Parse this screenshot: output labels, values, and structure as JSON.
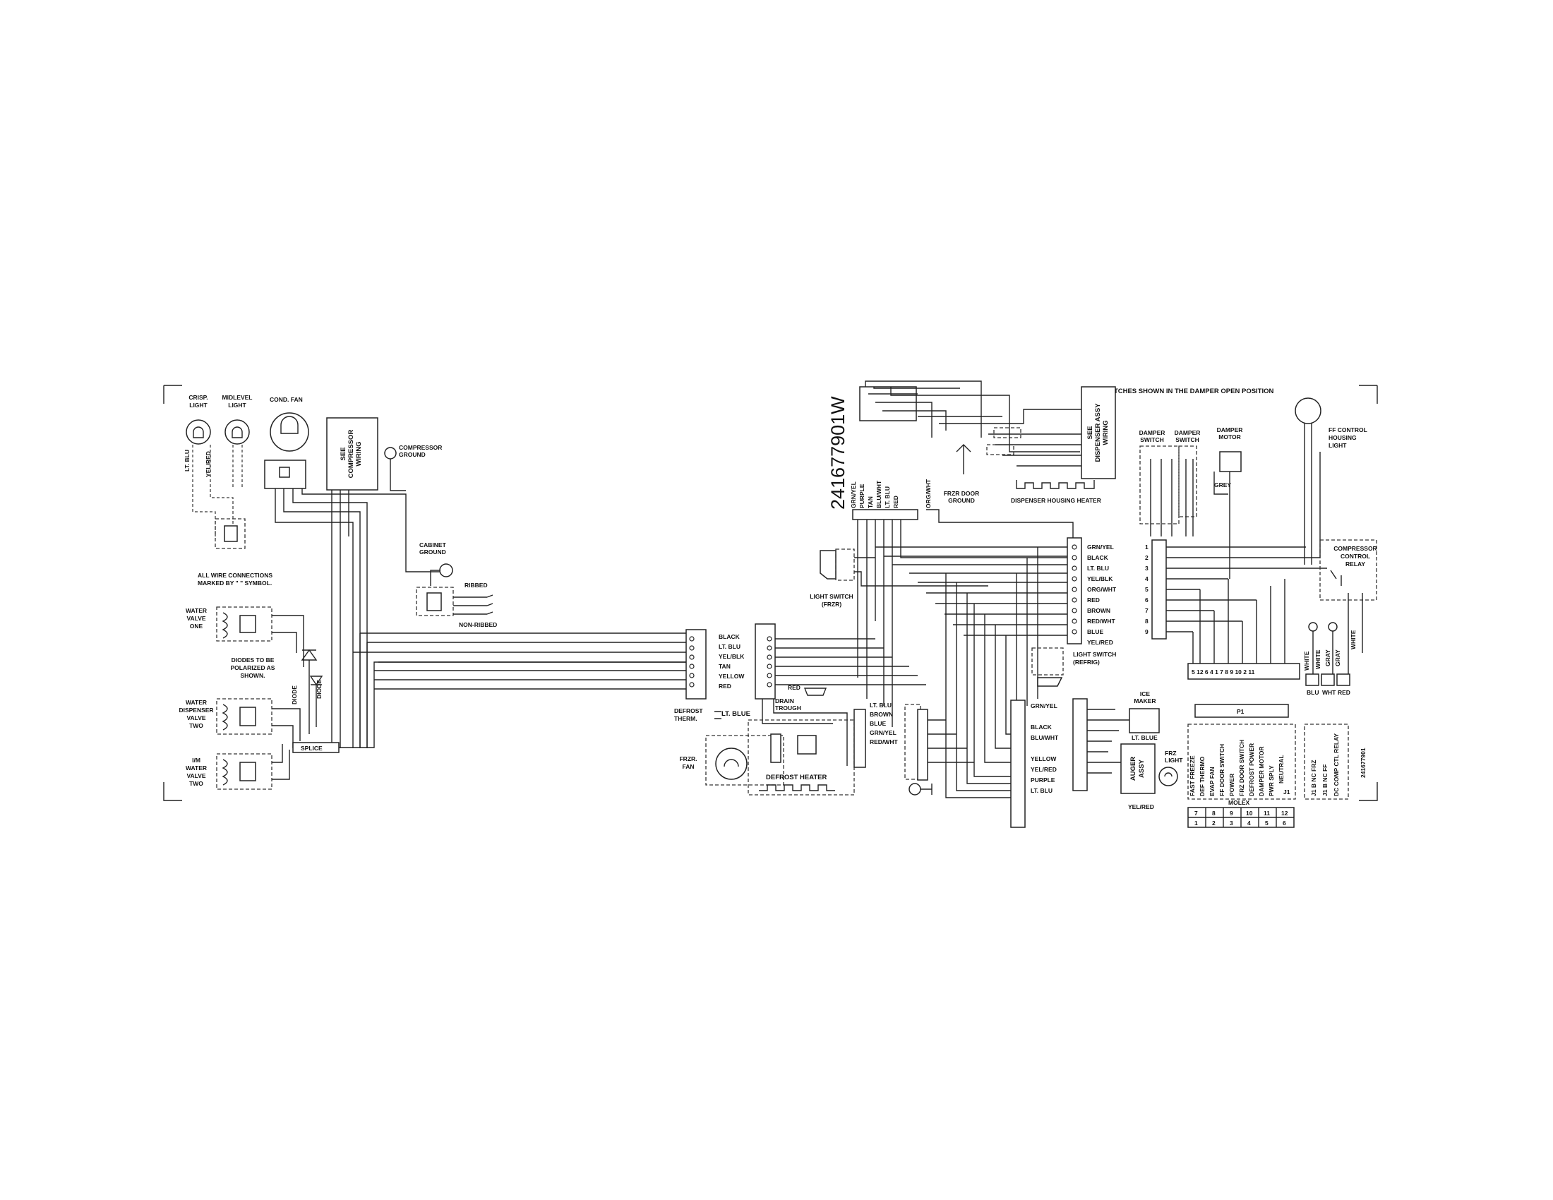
{
  "diagram_number": "241677901W",
  "border_code": "241677901",
  "switches_note": "SWITCHES SHOWN IN THE DAMPER OPEN POSITION",
  "left": {
    "crisp_light": [
      "CRISP.",
      "LIGHT"
    ],
    "midlevel_light": [
      "MIDLEVEL",
      "LIGHT"
    ],
    "cond_fan": "COND. FAN",
    "see_compressor_wiring": [
      "SEE",
      "COMPRESSOR",
      "WIRING"
    ],
    "compressor_ground": [
      "COMPRESSOR",
      "GROUND"
    ],
    "wire_lt_blu": "LT. BLU",
    "wire_yel_red": "YEL/RED",
    "cabinet_ground": [
      "CABINET",
      "GROUND"
    ],
    "ribbed": "RIBBED",
    "non_ribbed": "NON-RIBBED",
    "wire_note": [
      "ALL WIRE CONNECTIONS",
      "MARKED BY \" \" SYMBOL."
    ],
    "water_valve_one": [
      "WATER",
      "VALVE",
      "ONE"
    ],
    "diodes_note": [
      "DIODES TO BE",
      "POLARIZED AS",
      "SHOWN."
    ],
    "diode": "DIODE",
    "water_dispenser_valve_two": [
      "WATER",
      "DISPENSER",
      "VALVE",
      "TWO"
    ],
    "im_water_valve_two": [
      "I/M",
      "WATER",
      "VALVE",
      "TWO"
    ],
    "splice": "SPLICE",
    "harness_colors": [
      "BLACK",
      "LT. BLU",
      "YEL/BLK",
      "TAN",
      "YELLOW",
      "RED"
    ]
  },
  "right": {
    "top_wire_colors": [
      "GRN/YEL",
      "PURPLE",
      "TAN",
      "BLU/WHT",
      "LT. BLU",
      "RED",
      "ORG/WHT"
    ],
    "frzr_door_ground": [
      "FRZR DOOR",
      "GROUND"
    ],
    "see_dispenser_assy_wiring": [
      "SEE",
      "DISPENSER ASSY",
      "WIRING"
    ],
    "dispenser_housing_heater": "DISPENSER HOUSING HEATER",
    "damper_switch": [
      "DAMPER",
      "SWITCH"
    ],
    "damper_motor": [
      "DAMPER",
      "MOTOR"
    ],
    "grey": "GREY",
    "ff_control_housing_light": [
      "FF CONTROL",
      "HOUSING",
      "LIGHT"
    ],
    "light_switch_frzr": [
      "LIGHT SWITCH",
      "(FRZR)"
    ],
    "main_colors": [
      "GRN/YEL",
      "BLACK",
      "LT. BLU",
      "YEL/BLK",
      "ORG/WHT",
      "RED",
      "BROWN",
      "RED/WHT",
      "BLUE",
      "YEL/RED"
    ],
    "connector_pins": [
      "1",
      "2",
      "3",
      "4",
      "5",
      "6",
      "7",
      "8",
      "9"
    ],
    "compressor_control_relay": [
      "COMPRESSOR",
      "CONTROL",
      "RELAY"
    ],
    "light_switch_refrig": [
      "LIGHT SWITCH",
      "(REFRIG)"
    ],
    "white": "WHITE",
    "gray": "GRAY",
    "board_pin_numbers": "5  12  6  4  1 7 8    9  10  2 11",
    "blu_wht_red": [
      "BLU",
      "WHT",
      "RED"
    ],
    "harness_colors": [
      "BLACK",
      "LT. BLU",
      "YEL/BLK",
      "TAN",
      "YELLOW",
      "RED"
    ],
    "defrost_therm": [
      "DEFROST",
      "THERM."
    ],
    "lt_blue": "LT. BLUE",
    "red": "RED",
    "drain_trough": [
      "DRAIN",
      "TROUGH"
    ],
    "frzr_fan": [
      "FRZR.",
      "FAN"
    ],
    "defrost_heater": "DEFROST HEATER",
    "heater_colors": [
      "LT. BLU",
      "BROWN",
      "BLUE",
      "GRN/YEL",
      "RED/WHT"
    ],
    "lower_colors": [
      "GRN/YEL",
      "BLACK",
      "BLU/WHT",
      "YELLOW",
      "YEL/RED",
      "PURPLE",
      "LT. BLU"
    ],
    "ice_maker": [
      "ICE",
      "MAKER"
    ],
    "auger_assy": [
      "AUGER",
      "ASSY"
    ],
    "frz_light": [
      "FRZ",
      "LIGHT"
    ],
    "yel_red": "YEL/RED",
    "p1": "P1",
    "j1": "J1",
    "j1_functions": [
      "FAST FREEZE",
      "DEF THERMO",
      "EVAP FAN",
      "FF DOOR SWITCH",
      "POWER",
      "FRZ DOOR SWITCH",
      "DEFROST POWER",
      "DAMPER MOTOR",
      "PWR SPLY",
      "NEUTRAL"
    ],
    "relay_labels": [
      "J1 B NC FRZ",
      "J1 B NC FF",
      "DC COMP CTL RELAY"
    ],
    "molex": "MOLEX",
    "molex_top": [
      "7",
      "8",
      "9",
      "10",
      "11",
      "12"
    ],
    "molex_bottom": [
      "1",
      "2",
      "3",
      "4",
      "5",
      "6"
    ]
  }
}
